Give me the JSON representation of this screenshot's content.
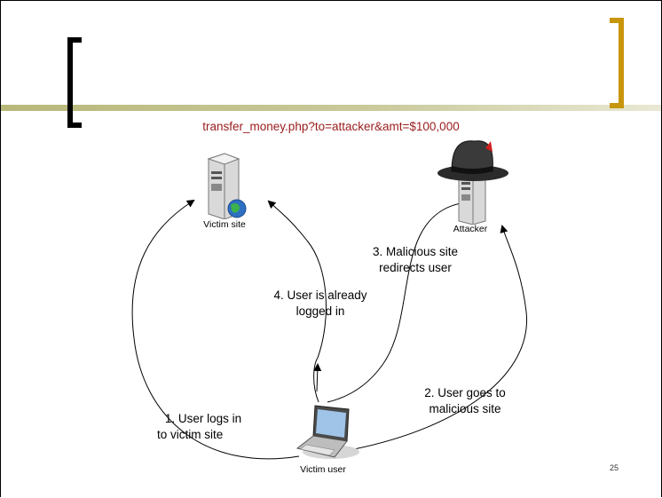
{
  "slide": {
    "request_url": "transfer_money.php?to=attacker&amt=$100,000",
    "page_number": "25"
  },
  "nodes": {
    "victim_site": "Victim site",
    "attacker": "Attacker",
    "victim_user": "Victim user"
  },
  "steps": {
    "step1_line1": "1. User logs in",
    "step1_line2": "to victim site",
    "step2_line1": "2. User goes to",
    "step2_line2": "malicious site",
    "step3_line1": "3. Malicious site",
    "step3_line2": "redirects user",
    "step4_line1": "4. User is already",
    "step4_line2": "logged in"
  },
  "colors": {
    "bracket_left": "#000000",
    "bracket_right": "#c8960c",
    "title_rule": "#b8b87a",
    "url_text": "#9b1c1c"
  }
}
